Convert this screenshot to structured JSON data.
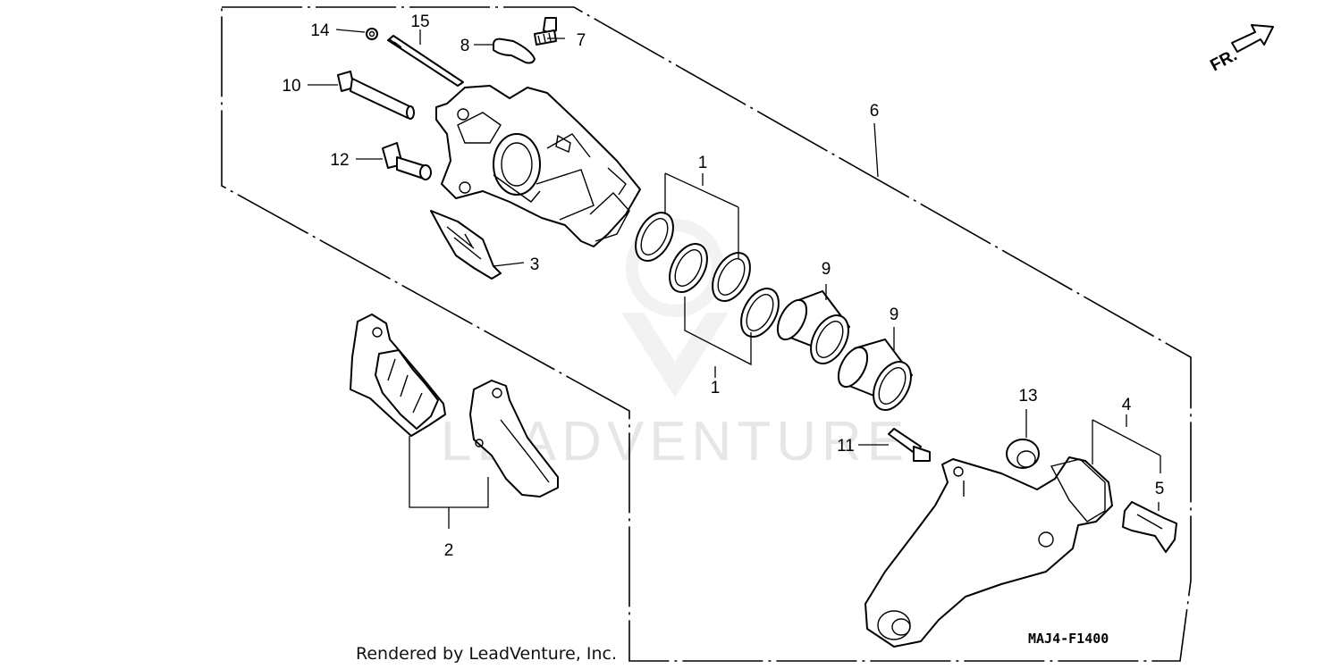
{
  "callouts": {
    "c1a": "1",
    "c1b": "1",
    "c2": "2",
    "c3": "3",
    "c4": "4",
    "c5": "5",
    "c6": "6",
    "c7": "7",
    "c8": "8",
    "c9a": "9",
    "c9b": "9",
    "c10": "10",
    "c11": "11",
    "c12": "12",
    "c13": "13",
    "c14": "14",
    "c15": "15"
  },
  "direction_label": "FR.",
  "watermark": "LEADVENTURE",
  "credit": "Rendered by LeadVenture, Inc.",
  "diagram_code": "MAJ4-F1400"
}
